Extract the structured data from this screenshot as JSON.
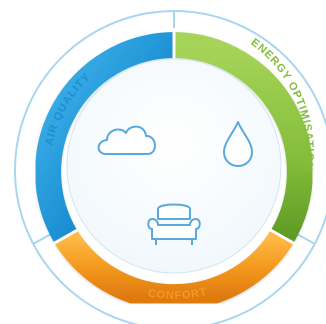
{
  "segments": [
    {
      "id": "air-quality",
      "label": "AIR QUALITY",
      "color": "#1b8fd2",
      "icon": "cloud-icon"
    },
    {
      "id": "energy",
      "label": "ENERGY OPTIMISATION",
      "color": "#84bd3a",
      "icon": "water-drop-icon"
    },
    {
      "id": "confort",
      "label": "CONFORT",
      "color": "#f39a1e",
      "icon": "armchair-icon"
    }
  ],
  "colors": {
    "ring_outline": "#a9d6ee",
    "inner_face": "#ffffff"
  }
}
